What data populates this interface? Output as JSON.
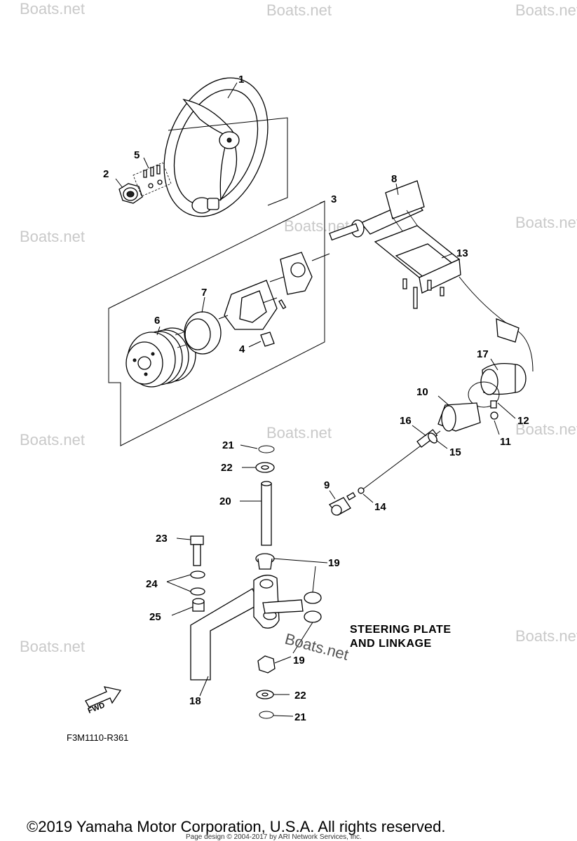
{
  "watermarks": [
    "Boats.net",
    "Boats.net",
    "Boats.net",
    "Boats.net",
    "Boats.net",
    "Boats.net",
    "Boats.net",
    "Boats.net",
    "Boats.net",
    "Boats.net",
    "Boats.net"
  ],
  "inline_watermark": "Boats.net",
  "title_lines": [
    "STEERING PLATE",
    "AND LINKAGE"
  ],
  "figure_code": "F3M1110-R361",
  "fwd_label": "FWD",
  "callouts": [
    "1",
    "2",
    "3",
    "4",
    "5",
    "6",
    "7",
    "8",
    "9",
    "10",
    "11",
    "12",
    "13",
    "14",
    "15",
    "16",
    "17",
    "18",
    "19",
    "19",
    "20",
    "21",
    "21",
    "22",
    "22",
    "23",
    "24",
    "25"
  ],
  "copyright": "©2019 Yamaha Motor Corporation, U.S.A. All rights reserved.",
  "page_design": "Page design © 2004-2017 by ARI Network Services, Inc."
}
